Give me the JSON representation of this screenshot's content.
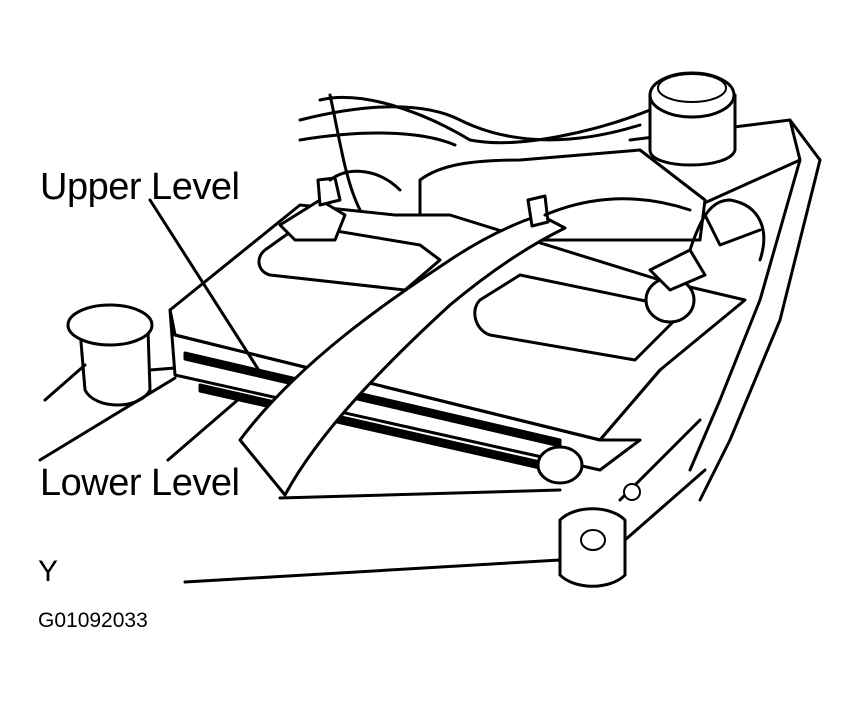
{
  "labels": {
    "upper": "Upper Level",
    "lower": "Lower Level",
    "view": "Y",
    "code": "G01092033"
  },
  "colors": {
    "ink": "#000000",
    "paper": "#ffffff"
  }
}
